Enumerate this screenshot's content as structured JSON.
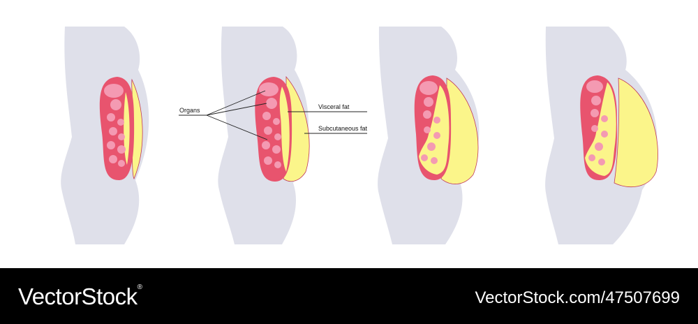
{
  "colors": {
    "background": "#ffffff",
    "body_silhouette": "#dfe0ea",
    "organs": "#e8546e",
    "organ_detail": "#f49ab2",
    "fat": "#fbf58a",
    "outline": "#c0395b",
    "leader_lines": "#222222",
    "footer": "#000000",
    "footer_text": "#ffffff"
  },
  "labels": {
    "organs": "Organs",
    "visceral_fat": "Visceral fat",
    "subcutaneous_fat": "Subcutaneous fat"
  },
  "stages": [
    {
      "name": "stage-1"
    },
    {
      "name": "stage-2"
    },
    {
      "name": "stage-3"
    },
    {
      "name": "stage-4"
    }
  ],
  "footer": {
    "brand": "VectorStock",
    "registered_mark": "®",
    "url": "VectorStock.com/47507699"
  }
}
